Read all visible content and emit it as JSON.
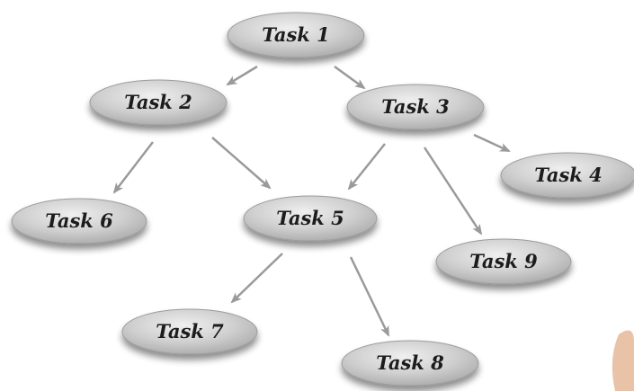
{
  "diagram": {
    "nodes": [
      {
        "id": "task1",
        "label": "Task 1"
      },
      {
        "id": "task2",
        "label": "Task 2"
      },
      {
        "id": "task3",
        "label": "Task 3"
      },
      {
        "id": "task4",
        "label": "Task 4"
      },
      {
        "id": "task5",
        "label": "Task 5"
      },
      {
        "id": "task6",
        "label": "Task 6"
      },
      {
        "id": "task7",
        "label": "Task 7"
      },
      {
        "id": "task8",
        "label": "Task 8"
      },
      {
        "id": "task9",
        "label": "Task 9"
      }
    ],
    "edges": [
      {
        "from": "task1",
        "to": "task2"
      },
      {
        "from": "task1",
        "to": "task3"
      },
      {
        "from": "task2",
        "to": "task6"
      },
      {
        "from": "task2",
        "to": "task5"
      },
      {
        "from": "task3",
        "to": "task5"
      },
      {
        "from": "task3",
        "to": "task9"
      },
      {
        "from": "task3",
        "to": "task4"
      },
      {
        "from": "task5",
        "to": "task7"
      },
      {
        "from": "task5",
        "to": "task8"
      }
    ],
    "colors": {
      "node_fill": "#c6c6c6",
      "node_highlight": "#ececec",
      "edge": "#9a9a9a",
      "shadow": "#7a7a7a"
    }
  }
}
